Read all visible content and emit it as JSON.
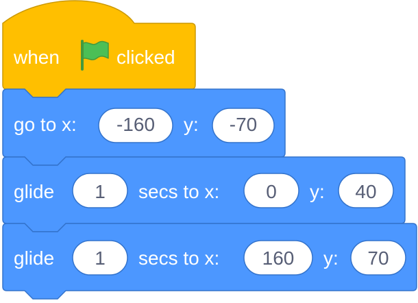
{
  "colors": {
    "events_fill": "#ffbf00",
    "events_stroke": "#cc9900",
    "motion_fill": "#4c97ff",
    "motion_stroke": "#3373cc",
    "flag_green": "#4cbf56",
    "value_text": "#575e75"
  },
  "hat_block": {
    "label_when": "when",
    "flag_icon": "green-flag-icon",
    "label_clicked": "clicked"
  },
  "goto_block": {
    "label_goto": "go to x:",
    "x_value": "-160",
    "label_y": "y:",
    "y_value": "-70"
  },
  "glide_block_1": {
    "label_glide": "glide",
    "secs_value": "1",
    "label_secs_to_x": "secs to x:",
    "x_value": "0",
    "label_y": "y:",
    "y_value": "40"
  },
  "glide_block_2": {
    "label_glide": "glide",
    "secs_value": "1",
    "label_secs_to_x": "secs to x:",
    "x_value": "160",
    "label_y": "y:",
    "y_value": "70"
  }
}
